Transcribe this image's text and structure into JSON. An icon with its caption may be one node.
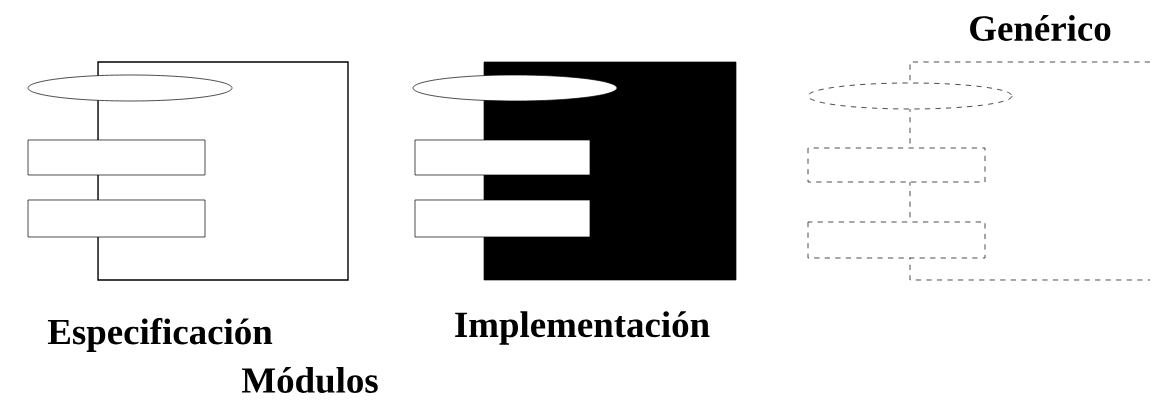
{
  "diagram": {
    "nodes": [
      {
        "text": [
          "Especificación"
        ]
      },
      {
        "text": [
          "Implementación"
        ]
      },
      {
        "text": [
          "Genérico"
        ]
      }
    ],
    "labels": [
      "Módulos"
    ]
  }
}
